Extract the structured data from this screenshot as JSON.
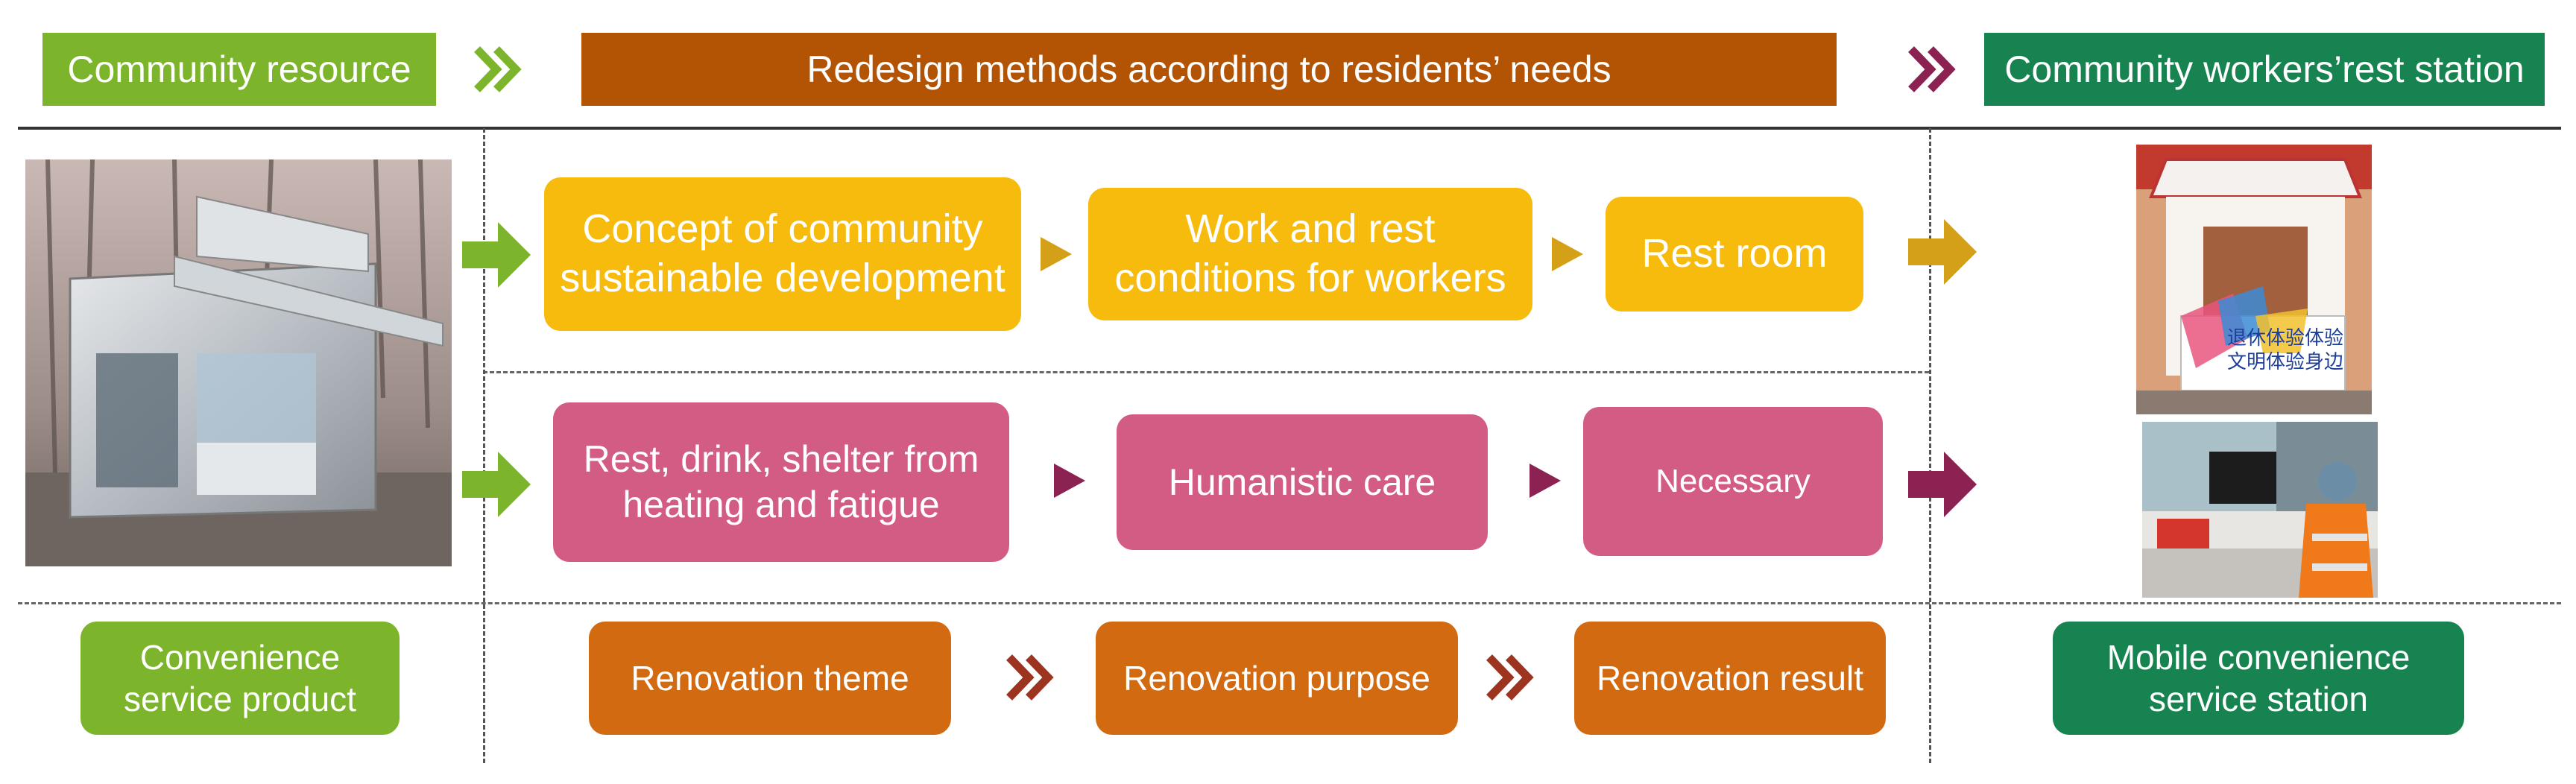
{
  "header": {
    "left": "Community resource",
    "middle": "Redesign methods according to residents’ needs",
    "right": "Community workers’rest station"
  },
  "top_row": {
    "box1": "Concept of community\nsustainable development",
    "box2": "Work and rest\nconditions for workers",
    "box3": "Rest room"
  },
  "middle_row": {
    "box1": "Rest, drink, shelter from\nheating and fatigue",
    "box2": "Humanistic care",
    "box3": "Necessary"
  },
  "bottom_row": {
    "left": "Convenience\nservice product",
    "theme": "Renovation theme",
    "purpose": "Renovation purpose",
    "result": "Renovation result",
    "right": "Mobile convenience\nservice station"
  },
  "photo_sign": {
    "line1": "退休体验体验",
    "line2": "文明体验身边"
  },
  "colors": {
    "green_light": "#7cb52b",
    "brown_header": "#b35404",
    "green_dark": "#178350",
    "yellow": "#f7bb0e",
    "pink": "#d35c84",
    "orange_bottom": "#d16a10",
    "maroon_arrow": "#8b2252",
    "rust_chevron": "#9c3420"
  },
  "icons": {
    "header_chevron_1": "double-chevron-right-icon",
    "header_chevron_2": "double-chevron-right-icon",
    "row_arrow": "block-arrow-right-icon",
    "small_triangle": "triangle-right-icon"
  }
}
